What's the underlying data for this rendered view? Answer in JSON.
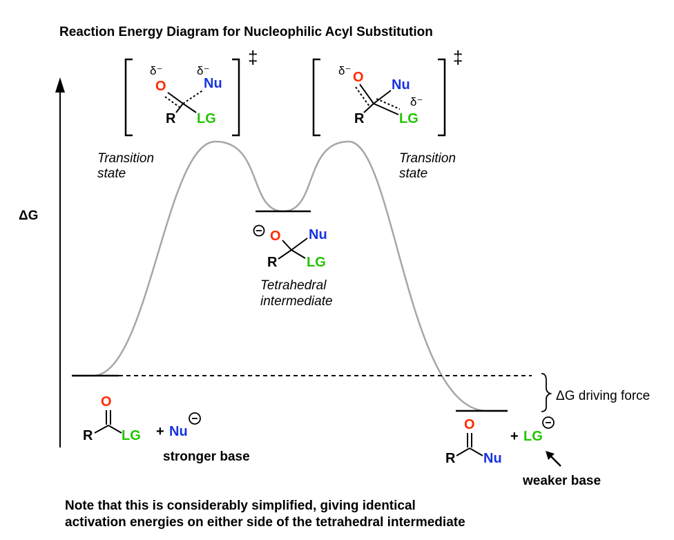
{
  "title": "Reaction Energy Diagram for Nucleophilic Acyl Substitution",
  "y_axis_label": "ΔG",
  "driving_force_label": "ΔG driving force",
  "transition_state_label_line1": "Transition",
  "transition_state_label_line2": "state",
  "intermediate_label_line1": "Tetrahedral",
  "intermediate_label_line2": "intermediate",
  "dagger": "‡",
  "stronger_base_label": "stronger base",
  "weaker_base_label": "weaker base",
  "note_line1": "Note that this is considerably simplified, giving identical",
  "note_line2": "activation energies on either side of the tetrahedral intermediate",
  "atoms": {
    "O": "O",
    "R": "R",
    "LG": "LG",
    "Nu": "Nu",
    "plus": "+",
    "delta_minus": "δ⁻",
    "negative_charge": "−"
  },
  "colors": {
    "oxygen": "#ff2a00",
    "nucleophile": "#1533e0",
    "leaving_group": "#22c400",
    "curve": "#a6a6a6",
    "text": "#000000"
  }
}
